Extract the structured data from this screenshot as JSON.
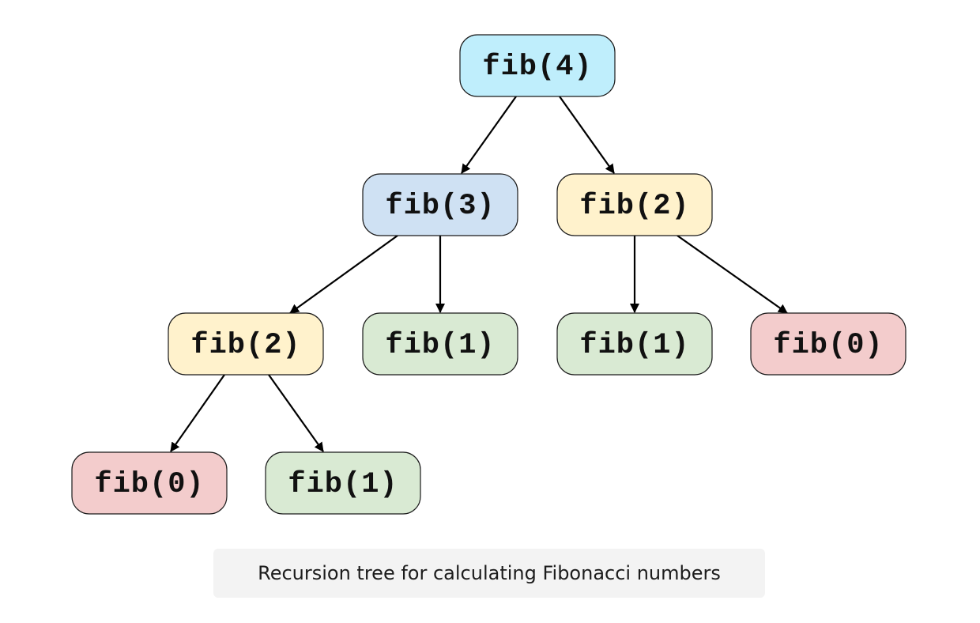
{
  "diagram": {
    "nodes": [
      {
        "id": "n_root",
        "label": "fib(4)",
        "color": "#bfeefc"
      },
      {
        "id": "n_fib3",
        "label": "fib(3)",
        "color": "#cfe1f3"
      },
      {
        "id": "n_fib2_right",
        "label": "fib(2)",
        "color": "#fff2cc"
      },
      {
        "id": "n_fib2_left",
        "label": "fib(2)",
        "color": "#fff2cc"
      },
      {
        "id": "n_fib1_a",
        "label": "fib(1)",
        "color": "#d9ead3"
      },
      {
        "id": "n_fib1_b",
        "label": "fib(1)",
        "color": "#d9ead3"
      },
      {
        "id": "n_fib0_a",
        "label": "fib(0)",
        "color": "#f3cccc"
      },
      {
        "id": "n_fib0_b",
        "label": "fib(0)",
        "color": "#f3cccc"
      },
      {
        "id": "n_fib1_c",
        "label": "fib(1)",
        "color": "#d9ead3"
      }
    ],
    "edges": [
      {
        "from": "n_root",
        "to": "n_fib3"
      },
      {
        "from": "n_root",
        "to": "n_fib2_right"
      },
      {
        "from": "n_fib3",
        "to": "n_fib2_left"
      },
      {
        "from": "n_fib3",
        "to": "n_fib1_a"
      },
      {
        "from": "n_fib2_right",
        "to": "n_fib1_b"
      },
      {
        "from": "n_fib2_right",
        "to": "n_fib0_a"
      },
      {
        "from": "n_fib2_left",
        "to": "n_fib0_b"
      },
      {
        "from": "n_fib2_left",
        "to": "n_fib1_c"
      }
    ]
  },
  "caption": "Recursion tree for calculating Fibonacci numbers"
}
